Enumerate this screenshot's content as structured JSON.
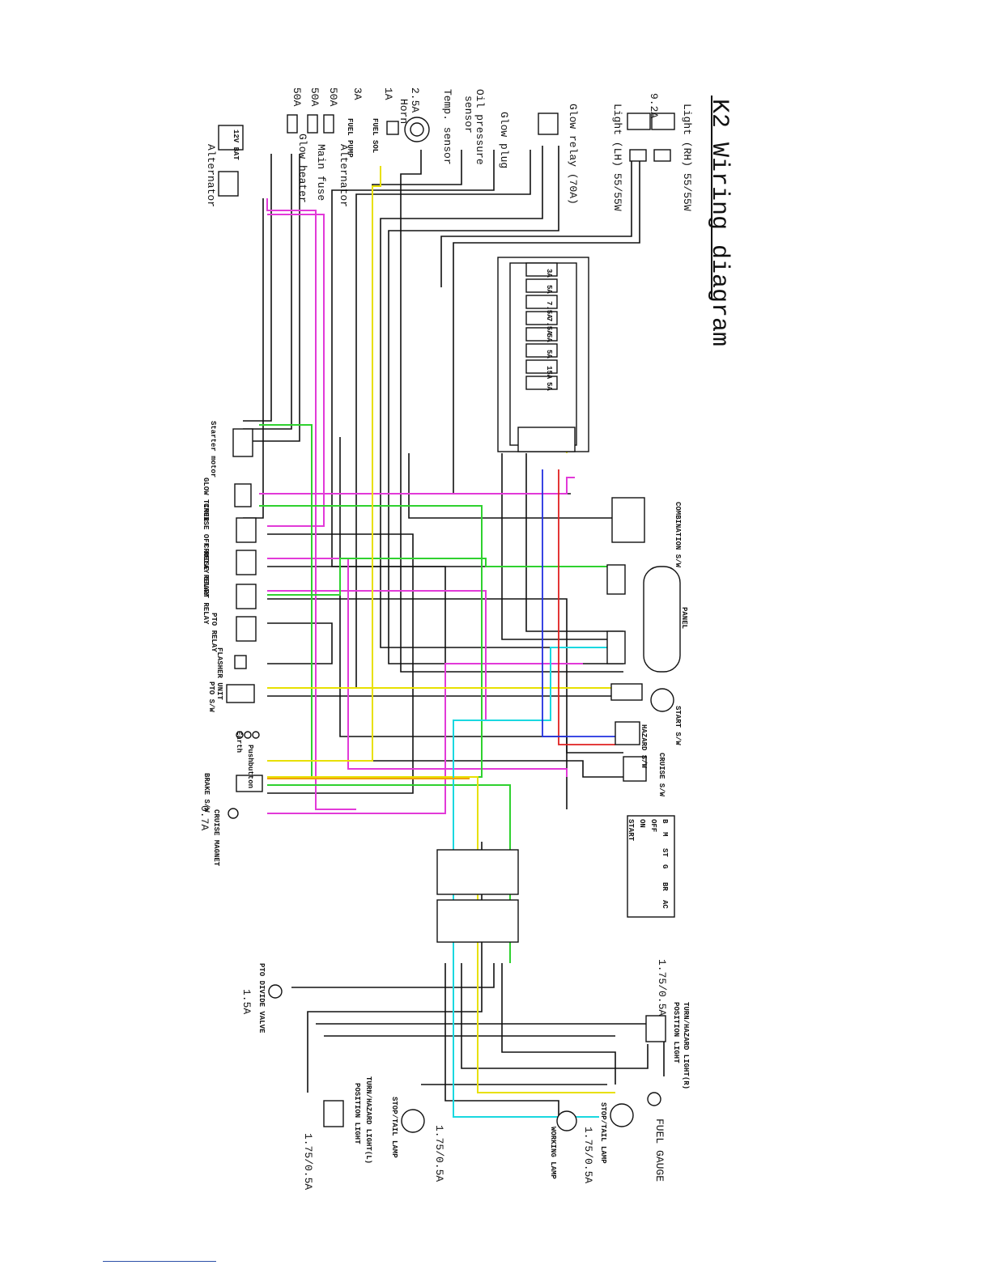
{
  "title": "K2 Wiring diagram",
  "colors": {
    "black": "#111111",
    "pink": "#e23ad8",
    "green": "#2fd12f",
    "yellow": "#e8e000",
    "cyan": "#1ad8e0",
    "red": "#e02020",
    "blue": "#2230e0",
    "orange": "#f0a000"
  },
  "labels": {
    "light_rh": "Light (RH) 55/55W",
    "light_lh": "Light (LH) 55/55W",
    "amp_9_2": "9.2A",
    "glow_relay": "Glow relay (70A)",
    "glow_plug": "Glow plug",
    "oil_pressure": "Oil pressure",
    "sensor": "sensor",
    "temp_sensor": "Temp. sensor",
    "horn": "Horn",
    "amp_2_5": "2.5A",
    "amp_1": "1A",
    "amp_3": "3A",
    "amp_50a_1": "50A",
    "amp_50a_2": "50A",
    "amp_50a_3": "50A",
    "alternator_top": "Alternator",
    "main_fuse": "Main fuse",
    "glow_heater": "Glow heater",
    "alternator_left": "Alternator",
    "fuel_sol": "FUEL SOL",
    "fuel_pump": "FUEL PUMP",
    "battery": "12V BAT",
    "starter_motor": "Starter motor",
    "glow_timer": "GLOW TIMER",
    "cruise_off_relay": "CRUISE OFF RELAY",
    "cruise_relay": "CRUISE RELAY",
    "start_relay": "START RELAY",
    "pto_relay": "PTO RELAY",
    "flasher_unit": "FLASHER UNIT",
    "pto_sw": "PTO S/W",
    "earth": "Earth",
    "pushbutton": "Pushbutton",
    "brake_sw": "BRAKE S/W",
    "amp_0_7": "0.7A",
    "cruise_magnet": "CRUISE MAGNET",
    "combination_sw": "COMBINATION S/W",
    "panel": "PANEL",
    "start_sw": "START S/W",
    "hazard_sw": "HAZARD S/W",
    "cruise_sw": "CRUISE S/W",
    "amp_1_75_r": "1.75/0.5A",
    "turn_hazard_r_1": "TURN/HAZARD LIGHT(R)",
    "turn_hazard_r_2": "POSITION LIGHT",
    "fuel_gauge": "FUEL GAUGE",
    "stop_tail_r": "STOP/TAIL LAMP",
    "amp_1_75_stop_r": "1.75/0.5A",
    "working_lamp": "WORKING LAMP",
    "amp_1_75_stop_l": "1.75/0.5A",
    "stop_tail_l": "STOP/TAIL LAMP",
    "turn_hazard_l_1": "TURN/HAZARD LIGHT(L)",
    "turn_hazard_l_2": "POSITION LIGHT",
    "amp_1_75_l": "1.75/0.5A",
    "pto_divide_valve": "PTO DIVIDE VALVE",
    "amp_1_5": "1.5A"
  },
  "fuses": [
    "3A",
    "5A",
    "7.5A",
    "7.5A",
    "5A",
    "5A",
    "15A",
    "5A"
  ],
  "switch_table": {
    "header": [
      "B",
      "M",
      "ST",
      "G",
      "BR",
      "AC"
    ],
    "rows": [
      "OFF",
      "ON",
      "START"
    ]
  }
}
